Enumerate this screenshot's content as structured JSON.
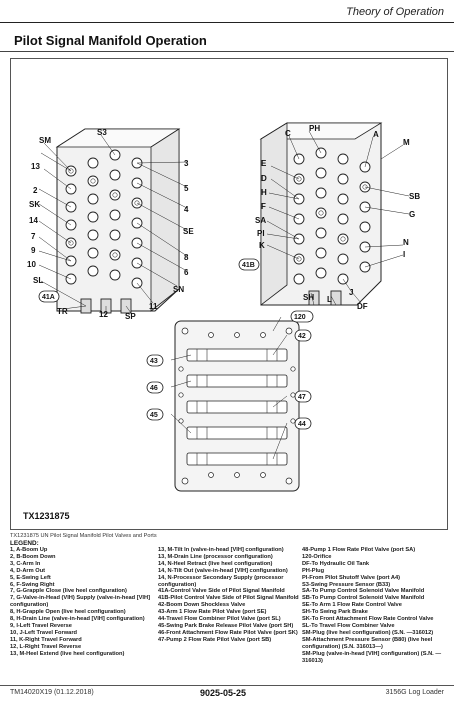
{
  "header": {
    "section": "Theory of Operation"
  },
  "page_title": "Pilot Signal Manifold Operation",
  "figure": {
    "code": "TX1231875",
    "caption": "TX1231875 UN  Pilot Signal Manifold Pilot Valves and Ports",
    "callouts": {
      "sm": "SM",
      "s3": "S3",
      "n13": "13",
      "n2": "2",
      "sk": "SK",
      "n14": "14",
      "n7": "7",
      "n9": "9",
      "n10": "10",
      "sl": "SL",
      "tr": "TR",
      "n12": "12",
      "sp": "SP",
      "n11": "11",
      "sn": "SN",
      "n6": "6",
      "n8": "8",
      "se": "SE",
      "n4": "4",
      "n5": "5",
      "n3": "3",
      "ph": "PH",
      "c": "C",
      "a": "A",
      "m": "M",
      "e": "E",
      "d": "D",
      "h": "H",
      "f": "F",
      "sa": "SA",
      "pi": "PI",
      "k": "K",
      "sb": "SB",
      "g": "G",
      "n": "N",
      "i": "I",
      "sh": "SH",
      "l": "L",
      "j": "J",
      "df": "DF"
    },
    "badges": {
      "b41a": "41A",
      "b41b": "41B",
      "b120": "120",
      "b42": "42",
      "b43": "43",
      "b46": "46",
      "b47": "47",
      "b45": "45",
      "b44": "44"
    }
  },
  "legend": {
    "title": "LEGEND:",
    "col1": [
      "1, A-Boom Up",
      "2, B-Boom Down",
      "3, C-Arm In",
      "4, D-Arm Out",
      "5, E-Swing Left",
      "6, F-Swing Right",
      "7, G-Grapple Close (live heel configuration)",
      "7, G-Valve-in-Head (VIH) Supply (valve-in-head [VIH] configuration)",
      "8, H-Grapple Open (live heel configuration)",
      "8, H-Drain Line (valve-in-head [VIH] configuration)",
      "9, I-Left Travel Reverse",
      "10, J-Left Travel Forward",
      "11, K-Right Travel Forward",
      "12, L-Right Travel Reverse",
      "13, M-Heel Extend (live heel configuration)"
    ],
    "col2": [
      "13, M-Tilt In (valve-in-head [VIH] configuration)",
      "13, M-Drain Line (processor configuration)",
      "14, N-Heel Retract (live heel configuration)",
      "14, N-Tilt Out (valve-in-head [VIH] configuration)",
      "14, N-Processor Secondary Supply (processor configuration)",
      "41A-Control Valve Side of Pilot Signal Manifold",
      "41B-Pilot Control Valve Side of Pilot Signal Manifold",
      "42-Boom Down Shockless Valve",
      "43-Arm 1 Flow Rate Pilot Valve (port SE)",
      "44-Travel Flow Combiner Pilot Valve (port SL)",
      "45-Swing Park Brake Release Pilot Valve (port SH)",
      "46-Front Attachment Flow Rate Pilot Valve (port SK)",
      "47-Pump 2 Flow Rate Pilot Valve (port SB)"
    ],
    "col3": [
      "48-Pump 1 Flow Rate Pilot Valve (port SA)",
      "120-Orifice",
      "DF-To Hydraulic Oil Tank",
      "PH-Plug",
      "PI-From Pilot Shutoff Valve (port A4)",
      "S3-Swing Pressure Sensor (B33)",
      "SA-To Pump Control Solenoid Valve Manifold",
      "SB-To Pump Control Solenoid Valve Manifold",
      "SE-To Arm 1 Flow Rate Control Valve",
      "SH-To Swing Park Brake",
      "SK-To Front Attachment Flow Rate Control Valve",
      "SL-To Travel Flow Combiner Valve",
      "SM-Plug (live heel configuration) (S.N. —316012)",
      "SM-Attachment Pressure Sensor (B80) (live heel configuration) (S.N. 316013—)",
      "SM-Plug (valve-in-head [VIH] configuration) (S.N. —316013)"
    ]
  },
  "footer": {
    "left": "TM14020X19 (01.12.2018)",
    "center": "9025-05-25",
    "right": "3156G Log Loader"
  }
}
